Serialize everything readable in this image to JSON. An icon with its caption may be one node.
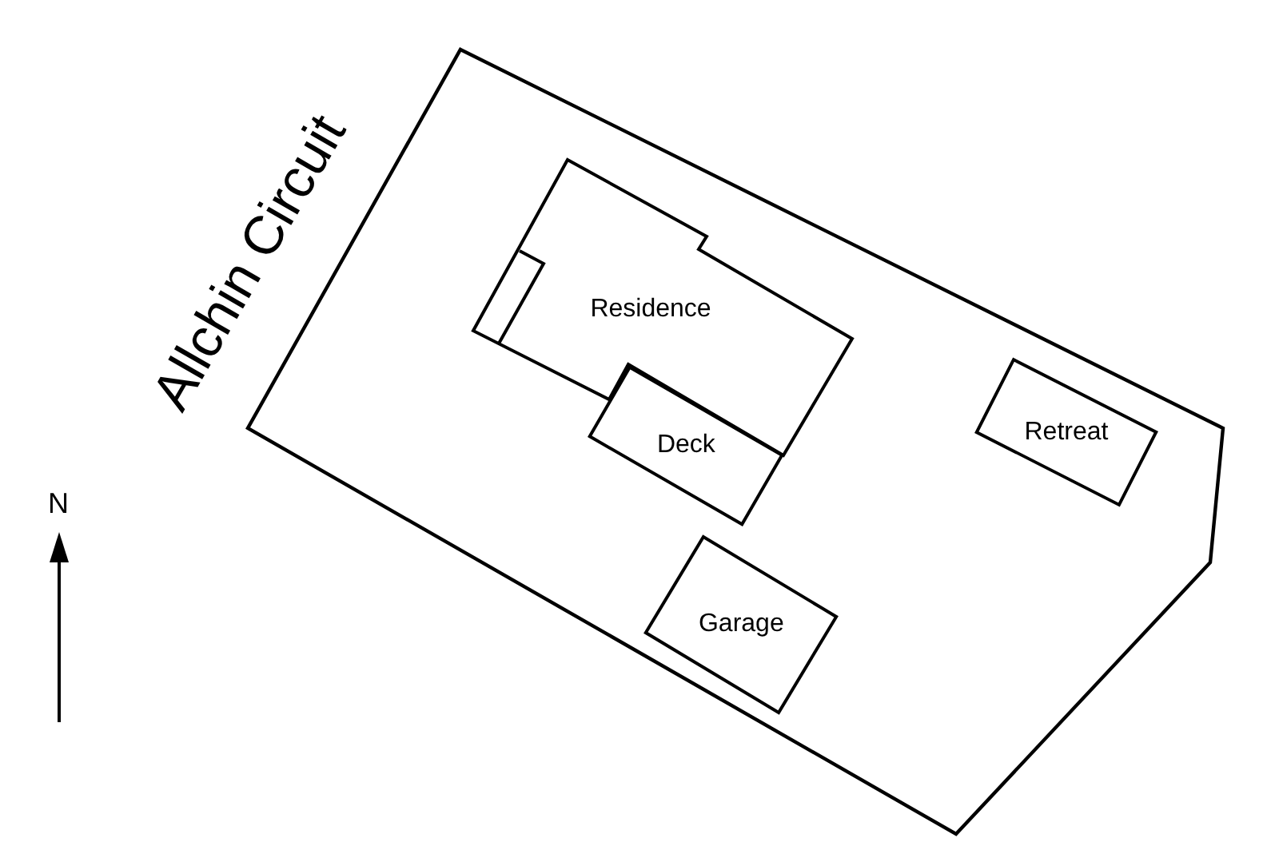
{
  "diagram": {
    "nodes": [
      {
        "text": [
          "Residence"
        ]
      },
      {
        "text": [
          "Deck"
        ]
      },
      {
        "text": [
          "Retreat"
        ]
      },
      {
        "text": [
          "Garage"
        ]
      }
    ],
    "labels": [
      "Allchin Circuit",
      "N"
    ]
  }
}
